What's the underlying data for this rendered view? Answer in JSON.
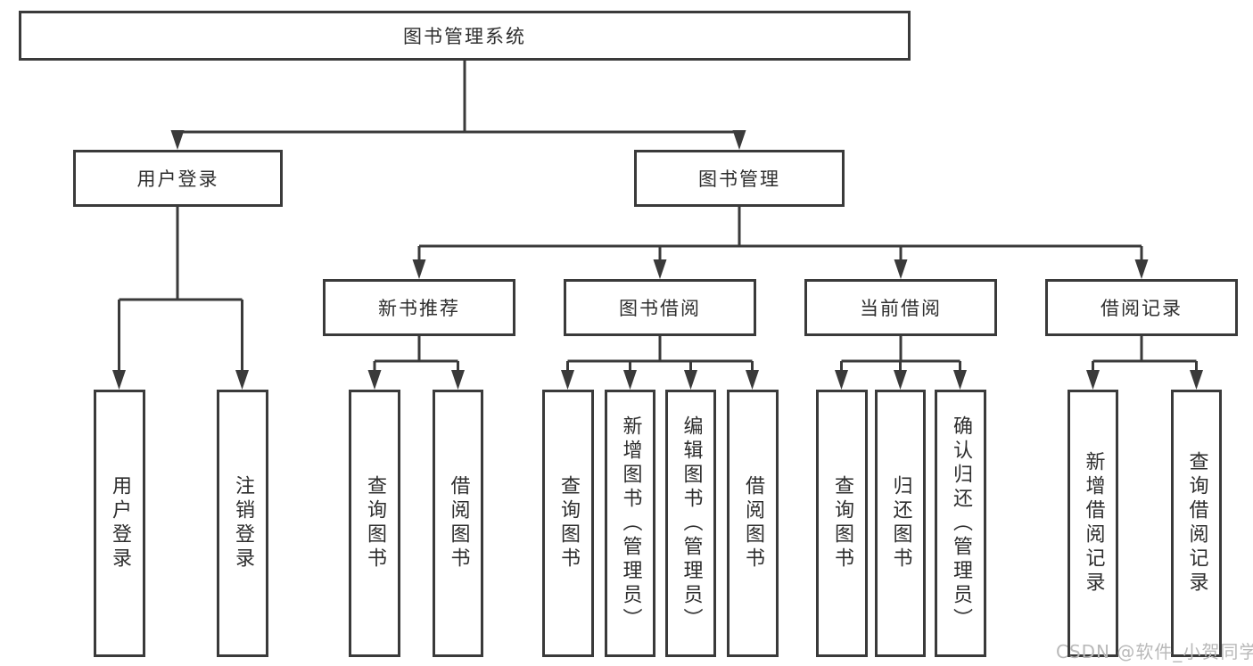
{
  "diagram": {
    "title": "图书管理系统",
    "login_branch": {
      "label": "用户登录",
      "children": [
        {
          "label": "用户登录"
        },
        {
          "label": "注销登录"
        }
      ]
    },
    "management_branch": {
      "label": "图书管理",
      "modules": [
        {
          "label": "新书推荐",
          "children": [
            {
              "label": "查询图书"
            },
            {
              "label": "借阅图书"
            }
          ]
        },
        {
          "label": "图书借阅",
          "children": [
            {
              "label": "查询图书"
            },
            {
              "label": "新增图书（管理员）"
            },
            {
              "label": "编辑图书（管理员）"
            },
            {
              "label": "借阅图书"
            }
          ]
        },
        {
          "label": "当前借阅",
          "children": [
            {
              "label": "查询图书"
            },
            {
              "label": "归还图书"
            },
            {
              "label": "确认归还（管理员）"
            }
          ]
        },
        {
          "label": "借阅记录",
          "children": [
            {
              "label": "新增借阅记录"
            },
            {
              "label": "查询借阅记录"
            }
          ]
        }
      ]
    }
  },
  "watermark": {
    "text": "CSDN @软件_小贺同学"
  },
  "colors": {
    "line": "#3a3a3a",
    "box_border": "#3a3a3a",
    "box_background": "#ffffff",
    "text": "#2e2e2e",
    "watermark": "#b9b9b9"
  }
}
